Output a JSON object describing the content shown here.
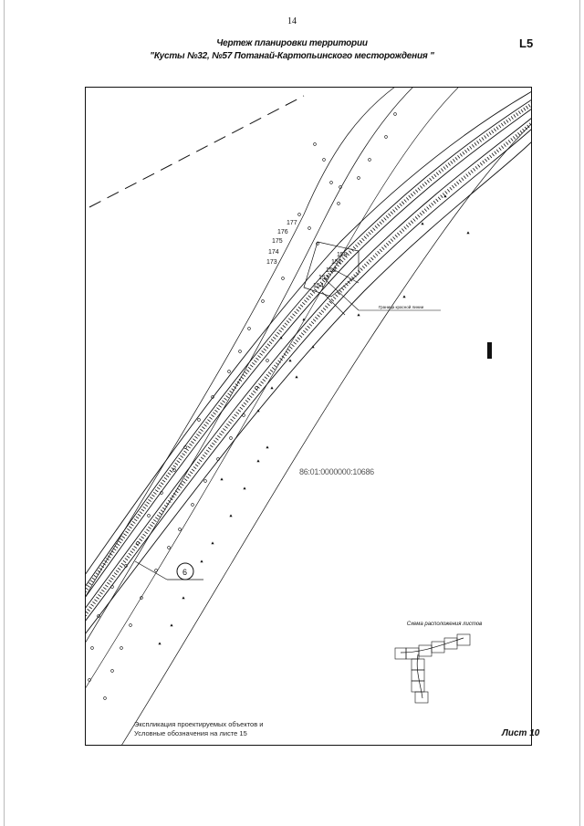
{
  "page": {
    "number": "14"
  },
  "title": {
    "line1": "Чертеж планировки территории",
    "line2": "\"Кусты №32, №57 Потанай-Картопьинского месторождения \""
  },
  "corner_code": "L5",
  "drawing": {
    "cadastral_number": "86:01:0000000:10686",
    "callout_number": "6",
    "point_labels": [
      "177",
      "176",
      "175",
      "174",
      "173",
      "158",
      "151",
      "152",
      "153",
      "154"
    ],
    "leader_label": "Граница красной линии"
  },
  "layout_scheme": {
    "title": "Схема расположения листов"
  },
  "footer": {
    "note_line1": "Экспликация проектируемых объектов и",
    "note_line2": "Условные обозначения на листе 15",
    "sheet": "Лист 10"
  }
}
